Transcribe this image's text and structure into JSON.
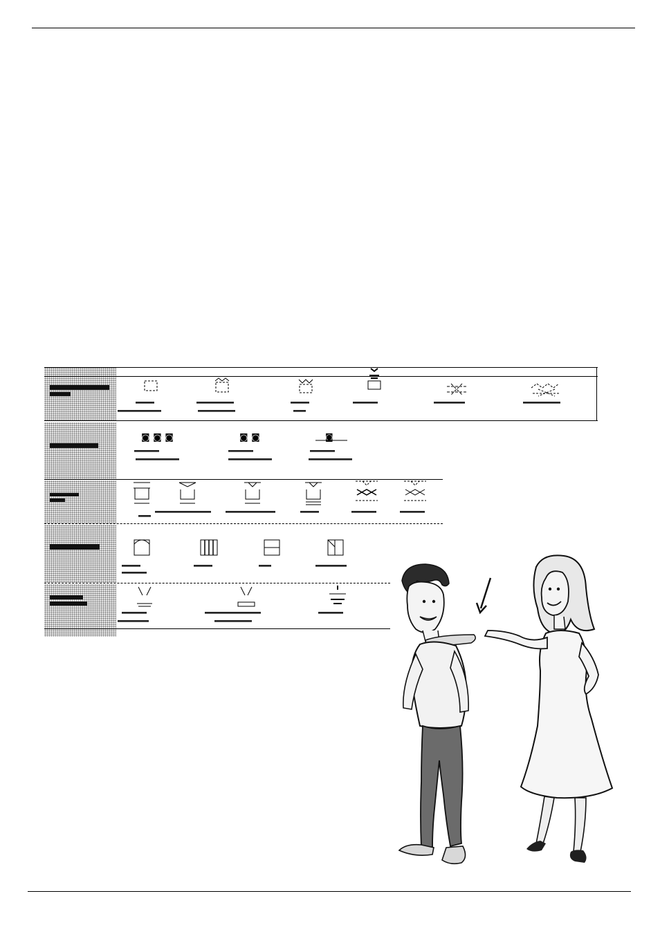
{
  "page": {
    "rules": [
      "top",
      "bottom"
    ]
  },
  "care_table": {
    "rows": [
      {
        "id": "professional-textile-care",
        "icon_count": 6
      },
      {
        "id": "tumble-drying",
        "icon_count": 3
      },
      {
        "id": "washing",
        "icon_count": 6
      },
      {
        "id": "drying",
        "icon_count": 4
      },
      {
        "id": "ironing",
        "icon_count": 3
      }
    ]
  },
  "illustration": {
    "description_icon": "couple-illustration-icon",
    "arrow_icon": "arrow-down-left-icon",
    "colors": {
      "line": "#1a1a1a",
      "shirt": "#f2f2f2",
      "trousers": "#6b6b6b",
      "dress": "#f5f5f5",
      "hair_man": "#2b2b2b",
      "hair_woman": "#e6e6e6"
    }
  }
}
